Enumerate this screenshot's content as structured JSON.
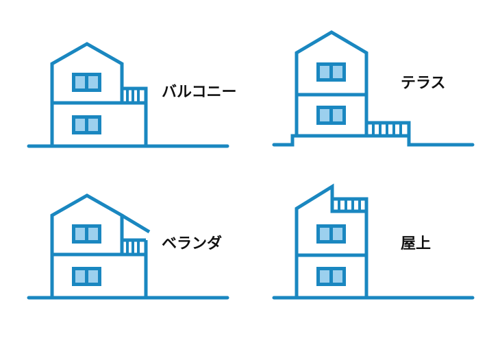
{
  "colors": {
    "line": "#1a87c0",
    "window_glass": "#9cd0ee",
    "background": "#ffffff",
    "text": "#111111"
  },
  "houses": [
    {
      "id": "balcony",
      "label": "バルコニー"
    },
    {
      "id": "terrace",
      "label": "テラス"
    },
    {
      "id": "veranda",
      "label": "ベランダ"
    },
    {
      "id": "rooftop",
      "label": "屋上"
    }
  ]
}
